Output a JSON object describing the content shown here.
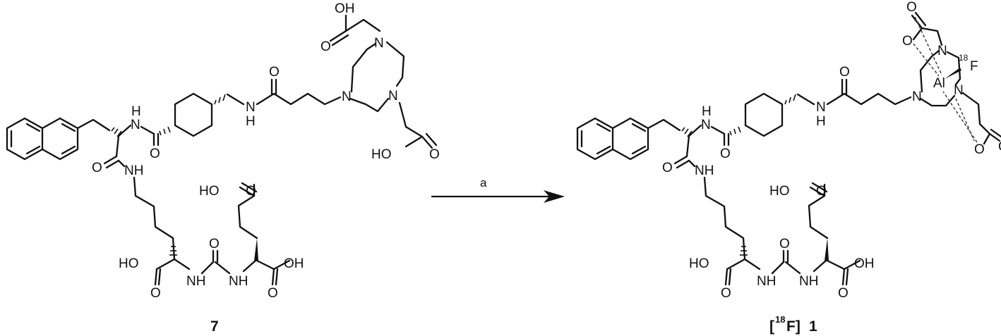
{
  "scheme": {
    "reactant_label": "7",
    "product_label_isotope_open": "[",
    "product_label_isotope": "18",
    "product_label_element": "F]",
    "product_label_number": "1",
    "arrow_condition": "a"
  },
  "atoms": {
    "oh": "OH",
    "ho": "HO",
    "o": "O",
    "n": "N",
    "h": "H",
    "nh": "NH",
    "al": "Al",
    "f": "F",
    "iso18": "18"
  }
}
